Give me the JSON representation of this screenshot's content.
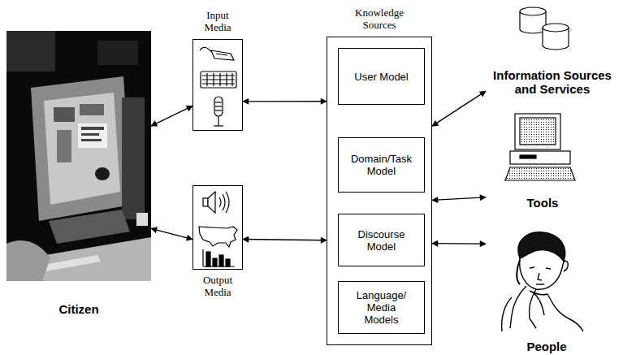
{
  "diagram": {
    "nodes": [
      {
        "text": [
          "Citizen"
        ]
      },
      {
        "text": [
          "Input Media"
        ]
      },
      {
        "text": [
          "Output Media"
        ]
      },
      {
        "text": [
          "Knowledge Sources"
        ]
      },
      {
        "text": [
          "User Model"
        ],
        "in": 3
      },
      {
        "text": [
          "Domain/Task Model"
        ],
        "in": 3
      },
      {
        "text": [
          "Discourse Model"
        ],
        "in": 3
      },
      {
        "text": [
          "Language/ Media Models"
        ],
        "in": 3
      },
      {
        "text": [
          "Information Sources and Services"
        ]
      },
      {
        "text": [
          "Tools"
        ]
      },
      {
        "text": [
          "People"
        ]
      }
    ],
    "edges": [
      {
        "from": 0,
        "to": 1,
        "arrow": "both"
      },
      {
        "from": 0,
        "to": 2,
        "arrow": "both"
      },
      {
        "from": 1,
        "to": 3,
        "arrow": "both"
      },
      {
        "from": 2,
        "to": 3,
        "arrow": "both"
      },
      {
        "from": 3,
        "to": 8,
        "arrow": "both"
      },
      {
        "from": 3,
        "to": 9,
        "arrow": "both"
      },
      {
        "from": 3,
        "to": 10,
        "arrow": "both"
      }
    ]
  }
}
